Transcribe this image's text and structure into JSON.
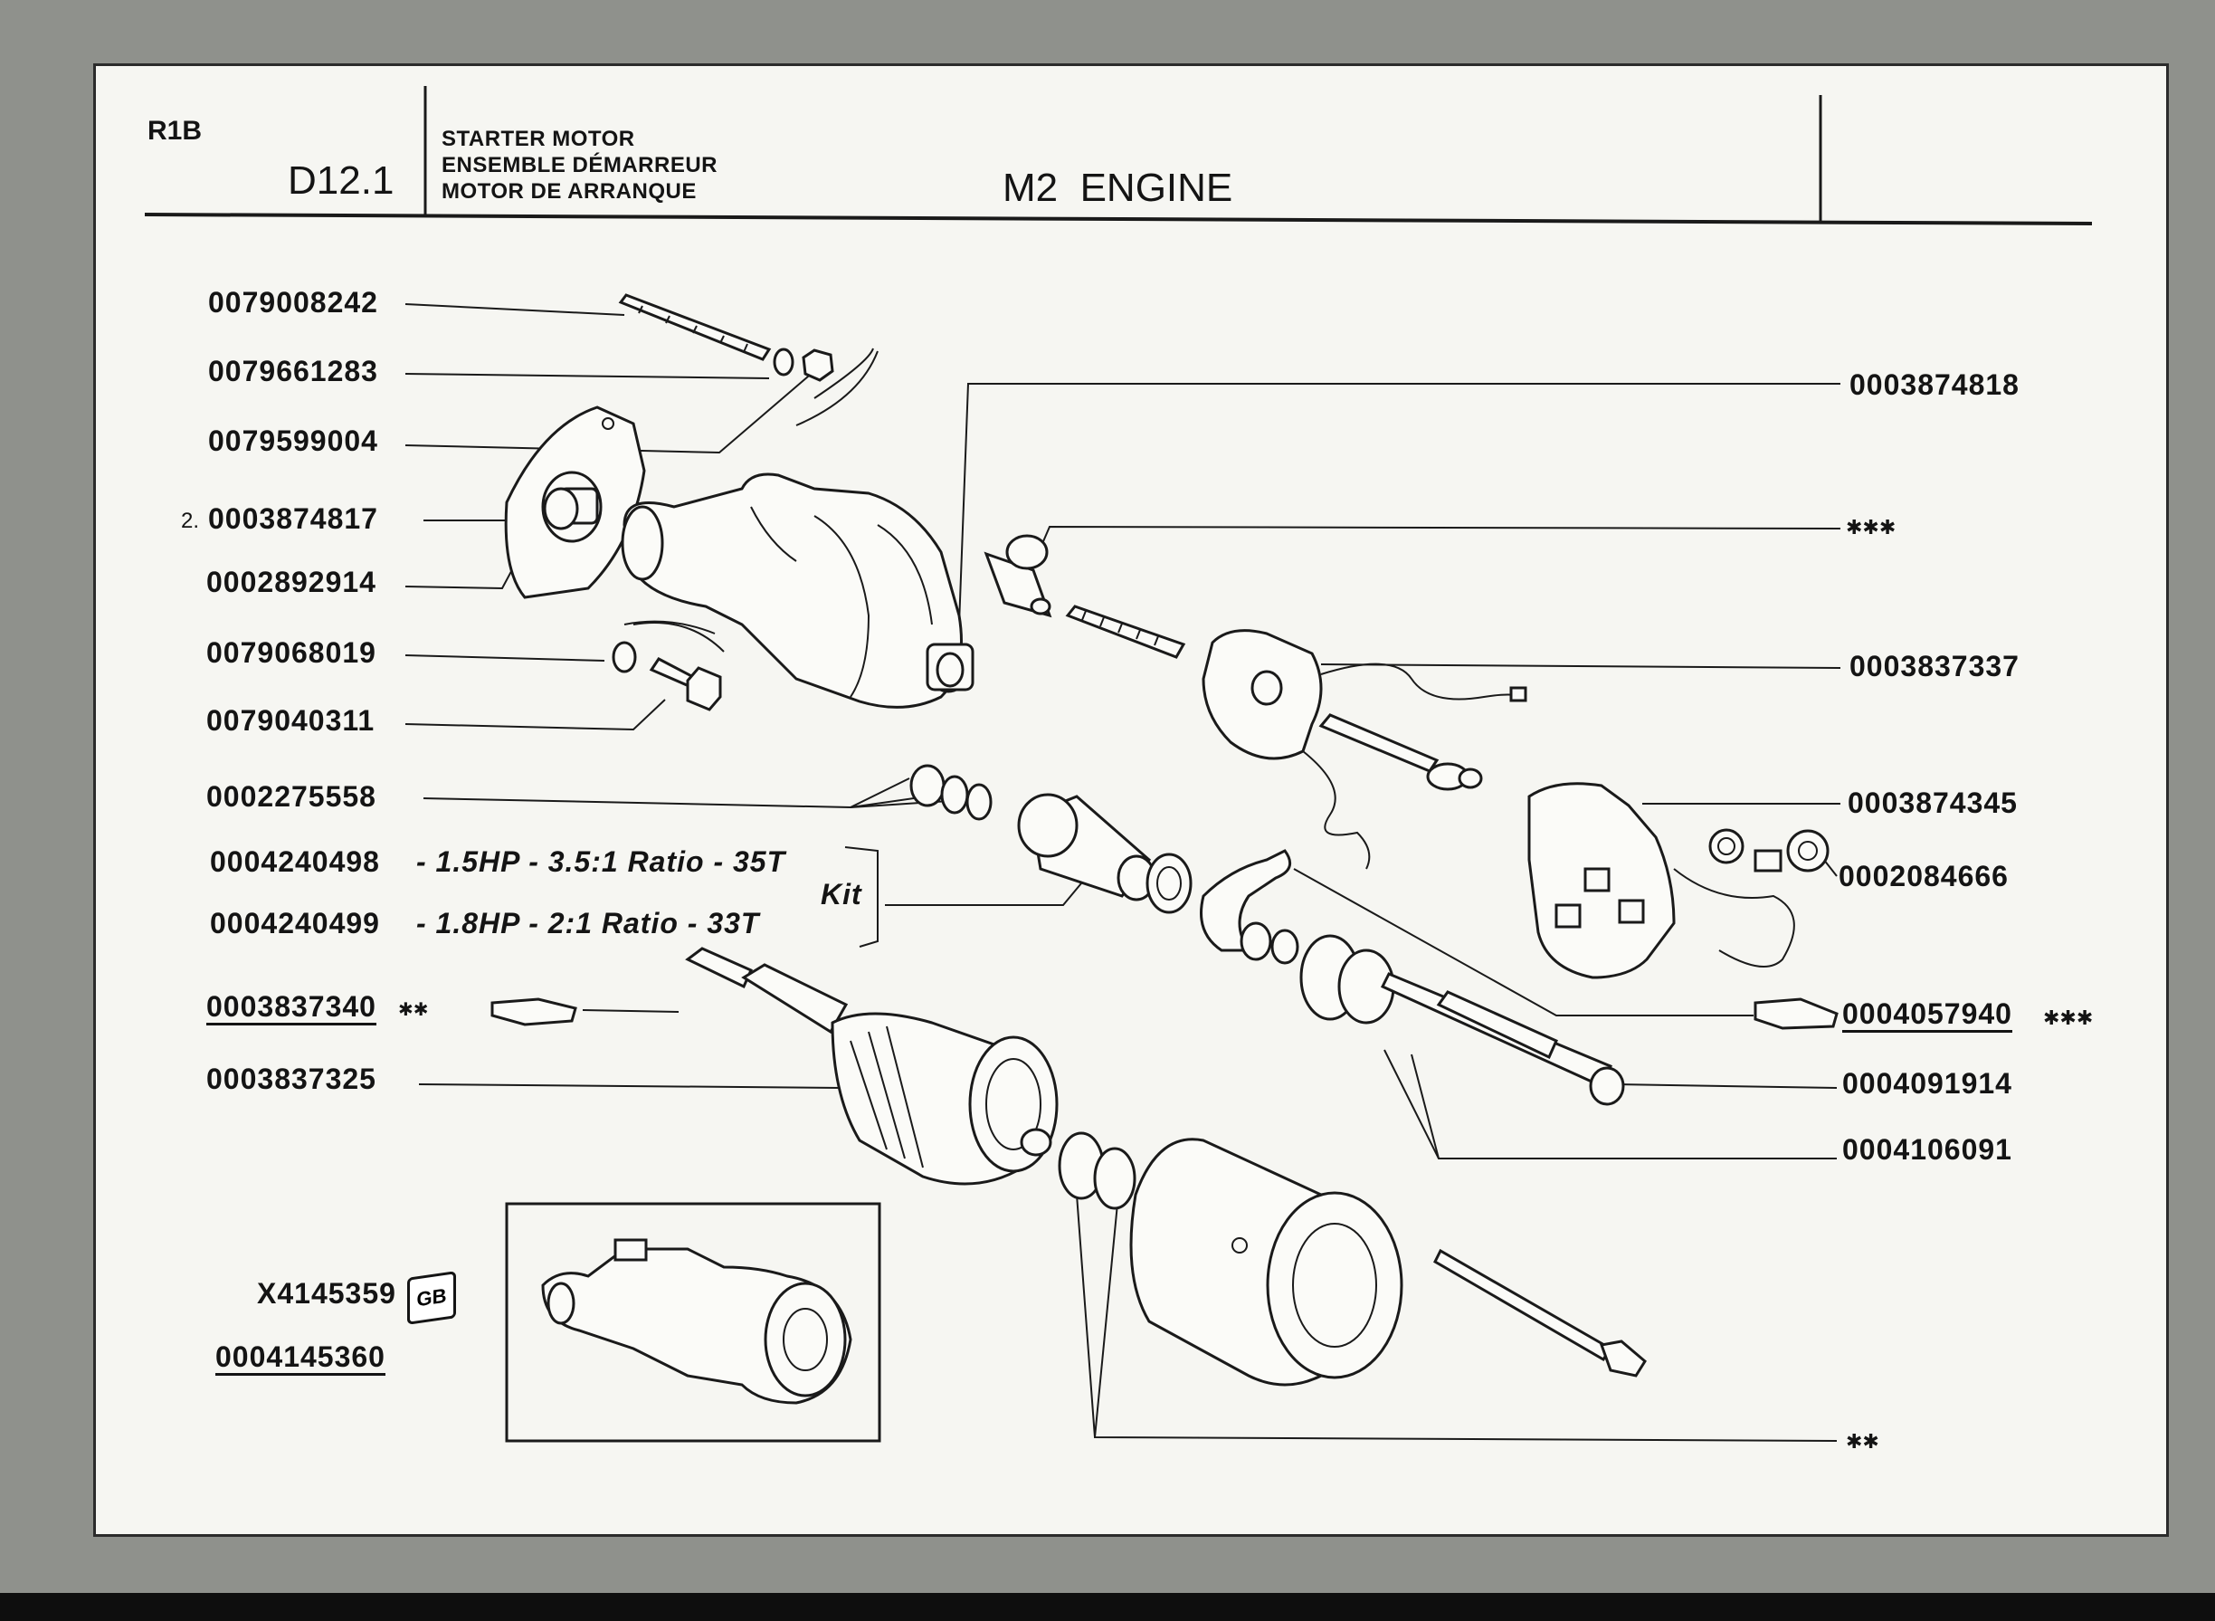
{
  "header": {
    "section": "R1B",
    "page_code": "D12.1",
    "titles": [
      "STARTER MOTOR",
      "ENSEMBLE DÉMARREUR",
      "MOTOR DE ARRANQUE"
    ],
    "engine": "M2  ENGINE"
  },
  "left_parts": [
    {
      "code": "0079008242"
    },
    {
      "code": "0079661283"
    },
    {
      "code": "0079599004"
    },
    {
      "prefix": "2.",
      "code": "0003874817"
    },
    {
      "code": "0002892914"
    },
    {
      "code": "0079068019"
    },
    {
      "code": "0079040311"
    },
    {
      "code": "0002275558"
    }
  ],
  "kit": {
    "label": "Kit",
    "items": [
      {
        "code": "0004240498",
        "spec": "- 1.5HP - 3.5:1 Ratio - 35T"
      },
      {
        "code": "0004240499",
        "spec": "- 1.8HP - 2:1 Ratio - 33T"
      }
    ]
  },
  "left_parts_lower": [
    {
      "code": "0003837340",
      "suffix": "✱✱"
    },
    {
      "code": "0003837325"
    }
  ],
  "right_parts": [
    {
      "code": "0003874818"
    },
    {
      "code": "",
      "suffix": "✱✱✱"
    },
    {
      "code": "0003837337"
    },
    {
      "code": "0003874345"
    },
    {
      "code": "0002084666"
    },
    {
      "code": "0004057940",
      "suffix": "✱✱✱"
    },
    {
      "code": "0004091914"
    },
    {
      "code": "0004106091"
    },
    {
      "code": "",
      "suffix": "✱✱"
    }
  ],
  "assembly": {
    "ref_code": "X4145359",
    "badge": "GB",
    "code": "0004145360"
  }
}
